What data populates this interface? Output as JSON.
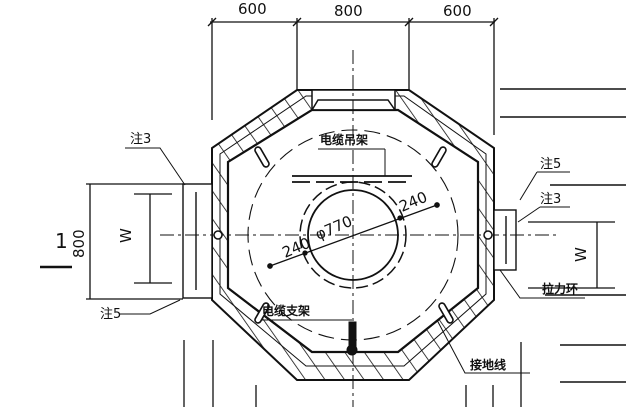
{
  "diagram": {
    "type": "engineering-section",
    "description": "Octagonal cable manhole plan section",
    "stroke_color": "#111111",
    "background": "#ffffff"
  },
  "dimensions": {
    "top": [
      "600",
      "800",
      "600"
    ],
    "left_height": "800",
    "left_opening": "W",
    "right_opening": "W",
    "inner_circle_dia": "φ770",
    "ring_offset_left": "240",
    "ring_offset_right": "240"
  },
  "section_mark": {
    "number": "1"
  },
  "labels": {
    "note3_left": "注3",
    "note5_left": "注5",
    "note5_right": "注5",
    "note3_right": "注3",
    "cable_hanger": "电缆吊架",
    "cable_bracket": "电缆支架",
    "pulling_ring": "拉力环",
    "grounding_wire": "接地线"
  }
}
